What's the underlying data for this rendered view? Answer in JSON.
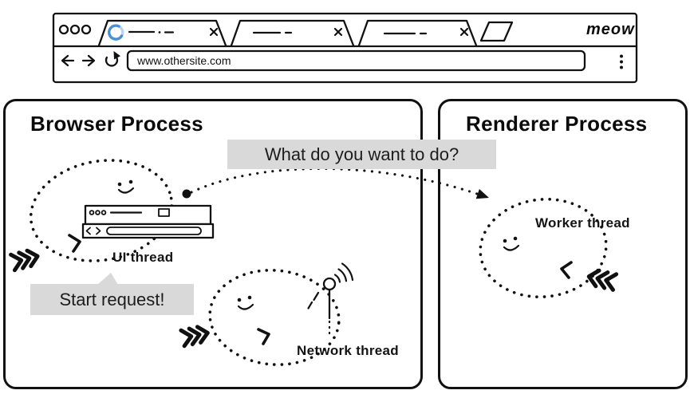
{
  "browser_chrome": {
    "logo_text": "meow",
    "address_bar": {
      "url": "www.othersite.com"
    },
    "tabs": [
      {
        "id": 1,
        "state": "loading"
      },
      {
        "id": 2,
        "state": "idle"
      },
      {
        "id": 3,
        "state": "idle"
      }
    ]
  },
  "processes": {
    "browser": {
      "title": "Browser Process"
    },
    "renderer": {
      "title": "Renderer Process"
    }
  },
  "speech_bubbles": {
    "question": "What do you want to do?",
    "start_request": "Start request!"
  },
  "thread_labels": {
    "ui": "UI thread",
    "network": "Network thread",
    "worker": "Worker thread"
  },
  "icons": {
    "window_controls": "three-circles",
    "tab_close": "x",
    "new_tab": "parallelogram",
    "loading_spinner": "blue-arc",
    "back": "left-arrow",
    "forward": "right-arrow",
    "reload": "circular-arrow",
    "menu": "vertical-dots",
    "network_antenna": "antenna-with-signal-waves",
    "motion_chevrons": "triple-chevrons",
    "smiley": "smiley-face"
  },
  "colors": {
    "ink": "#111111",
    "bubble_gray": "#d9d9d9",
    "spinner_blue": "#4a8fd4",
    "spinner_blue_light": "#b9d3ef",
    "background": "#ffffff"
  }
}
